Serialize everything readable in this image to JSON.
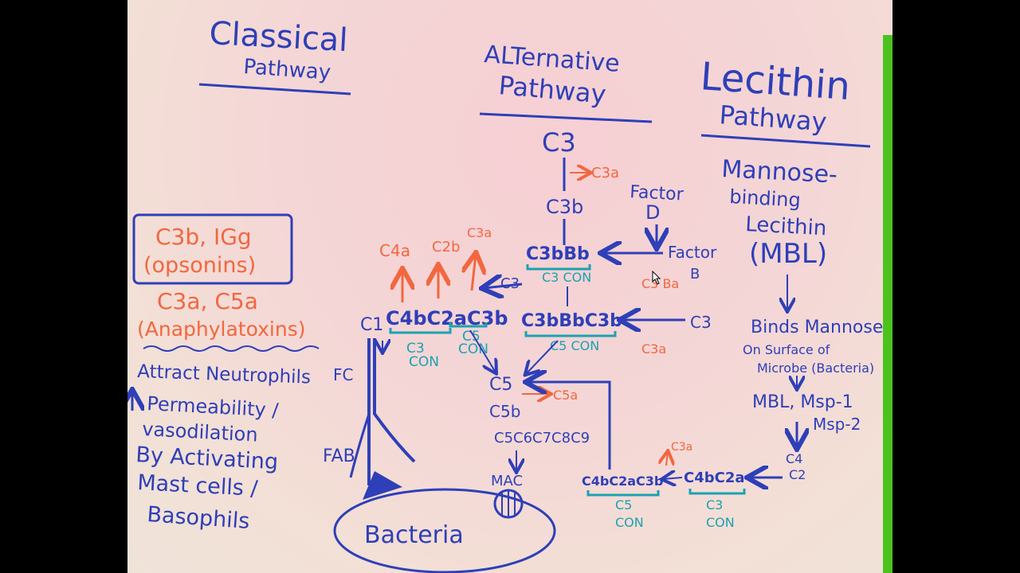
{
  "pathways": {
    "classical": {
      "title_line1": "Classical",
      "title_line2": "Pathway"
    },
    "alternative": {
      "title_line1": "ALTernative",
      "title_line2": "Pathway"
    },
    "lecithin": {
      "title_line1": "Lecithin",
      "title_line2": "Pathway"
    }
  },
  "sidebar_box": {
    "line1": "C3b, IGg",
    "line2": "(opsonins)"
  },
  "anaphylatoxins": {
    "line1": "C3a, C5a",
    "line2": "(Anaphylatoxins)"
  },
  "effects": {
    "line1": "Attract Neutrophils",
    "line2": "Permeability /",
    "line3": "vasodilation",
    "line4": "By Activating",
    "line5": "Mast cells /",
    "line6": "Basophils"
  },
  "antibody": {
    "fc": "FC",
    "fab": "FAB",
    "c1": "C1"
  },
  "classical_complex": {
    "label": "C4bC2aC3b",
    "products": {
      "c4a": "C4a",
      "c2b": "C2b",
      "c3a": "C3a"
    },
    "c3_input": "C3",
    "c3_con_line1": "C3",
    "c3_con_line2": "CON",
    "c5_con_line1": "C5",
    "c5_con_line2": "CON"
  },
  "alternative": {
    "c3": "C3",
    "c3a": "C3a",
    "c3b": "C3b",
    "factor_d_line1": "Factor",
    "factor_d_line2": "D",
    "factor_b_line1": "Factor",
    "factor_b_line2": "B",
    "factor_b_products": "C3 Ba",
    "c3bbb": "C3bBb",
    "c3_con": "C3 CON",
    "c3bbbc3b": "C3bBbC3b",
    "c5_con": "C5 CON",
    "c3_input": "C3",
    "c3a_out": "C3a"
  },
  "terminal": {
    "c5": "C5",
    "c5a": "C5a",
    "c5b": "C5b",
    "c5c6c7c8c9": "C5C6C7C8C9",
    "mac": "MAC",
    "bacteria": "Bacteria"
  },
  "lecithin": {
    "mannose_line1": "Mannose-",
    "mannose_line2": "binding",
    "mannose_line3": "Lecithin",
    "mbl": "(MBL)",
    "binds_line1": "Binds Mannose",
    "binds_line2": "On Surface of",
    "binds_line3": "Microbe (Bacteria)",
    "msp_line1": "MBL, Msp-1",
    "msp_line2": "Msp-2",
    "c4": "C4",
    "c2": "C2",
    "c4bc2a": "C4bC2a",
    "c3_con_line1": "C3",
    "c3_con_line2": "CON",
    "c4bc2ac3b": "C4bC2aC3b",
    "c5_con_line1": "C5",
    "c5_con_line2": "CON",
    "c3a": "C3a"
  },
  "colors": {
    "blue": "#2e3fb8",
    "orange": "#f2673f",
    "teal": "#1ba2b2",
    "board": "#f4d6d6"
  }
}
